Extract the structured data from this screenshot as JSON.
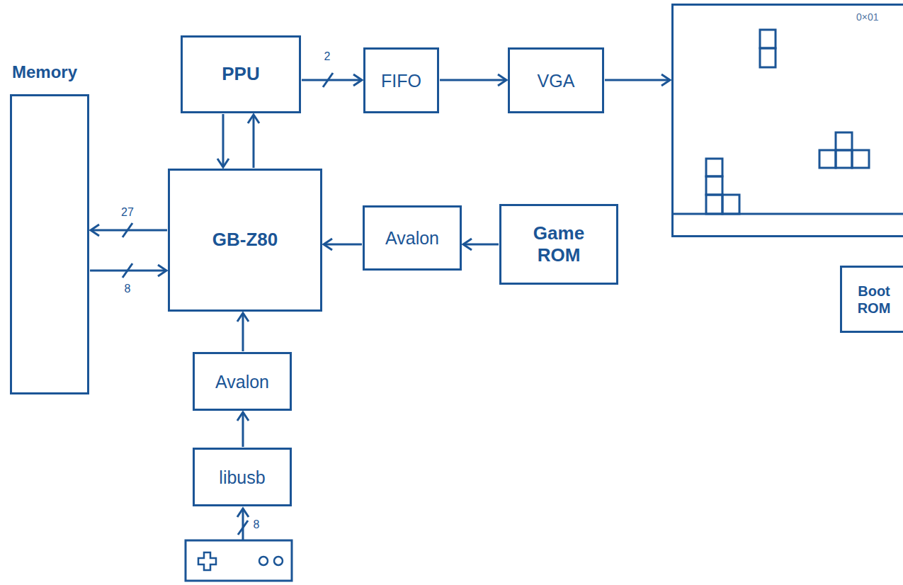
{
  "diagram": {
    "nodes": [
      {
        "text": [
          "Memory"
        ]
      },
      {
        "text": [
          "PPU"
        ]
      },
      {
        "text": [
          "FIFO"
        ]
      },
      {
        "text": [
          "VGA"
        ]
      },
      {
        "text": [
          "0×01"
        ]
      },
      {
        "text": [
          "GB-Z80"
        ]
      },
      {
        "text": [
          "Avalon"
        ]
      },
      {
        "text": [
          "Game ROM"
        ]
      },
      {
        "text": [
          "Boot ROM"
        ]
      },
      {
        "text": [
          "Avalon"
        ]
      },
      {
        "text": [
          "libusb"
        ]
      }
    ],
    "edges": [
      {
        "from": 1,
        "to": 2,
        "arrow": "to",
        "label": "2"
      },
      {
        "from": 2,
        "to": 3,
        "arrow": "to"
      },
      {
        "from": 3,
        "to": 4,
        "arrow": "to"
      },
      {
        "from": 1,
        "to": 5,
        "arrow": "to"
      },
      {
        "from": 5,
        "to": 1,
        "arrow": "to"
      },
      {
        "from": 5,
        "to": 0,
        "arrow": "to",
        "label": "27"
      },
      {
        "from": 0,
        "to": 5,
        "arrow": "to",
        "label": "8"
      },
      {
        "from": 7,
        "to": 6,
        "arrow": "to"
      },
      {
        "from": 6,
        "to": 5,
        "arrow": "to"
      },
      {
        "from": 10,
        "to": 9,
        "arrow": "to"
      },
      {
        "from": 9,
        "to": 5,
        "arrow": "to"
      }
    ],
    "labels": [
      "8"
    ]
  }
}
